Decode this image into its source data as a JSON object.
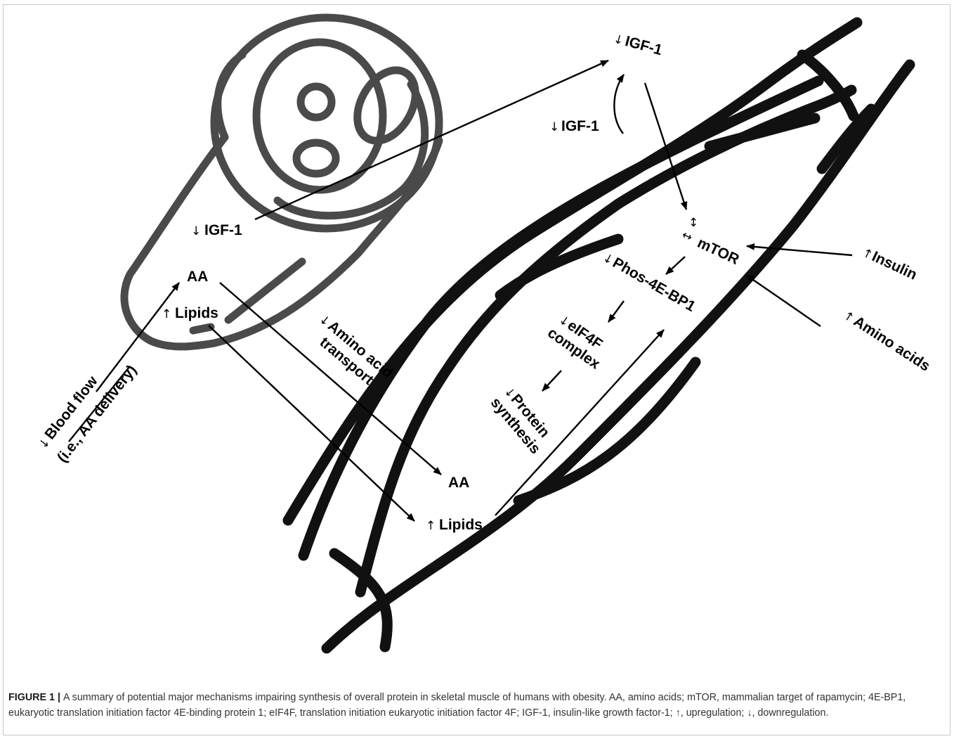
{
  "labels": {
    "igf_top": "IGF-1",
    "igf_curve": "IGF-1",
    "igf_vessel": "IGF-1",
    "mtor": "mTOR",
    "phos": "Phos-4E-BP1",
    "eif4f_1": "eIF4F",
    "eif4f_2": "complex",
    "protein_1": "Protein",
    "protein_2": "synthesis",
    "insulin": "Insulin",
    "amino_acids": "Amino acids",
    "aa_vessel": "AA",
    "lipids_vessel": "Lipids",
    "aa_muscle": "AA",
    "lipids_muscle": "Lipids",
    "amino_transport_1": "Amino acid",
    "amino_transport_2": "transport",
    "blood_flow_1": "Blood flow",
    "blood_flow_2": "(i.e., AA delivery)"
  },
  "symbols": {
    "down": "↓",
    "up": "↑",
    "updown": "↕",
    "leftright": "↔"
  },
  "caption": {
    "label": "FIGURE 1",
    "separator": "|",
    "text": "A summary of potential major mechanisms impairing synthesis of overall protein in skeletal muscle of humans with obesity. AA, amino acids; mTOR, mammalian target of rapamycin; 4E-BP1, eukaryotic translation initiation factor 4E-binding protein 1; eIF4F, translation initiation eukaryotic initiation factor 4F; IGF-1, insulin-like growth factor-1; ↑, upregulation; ↓, downregulation."
  }
}
